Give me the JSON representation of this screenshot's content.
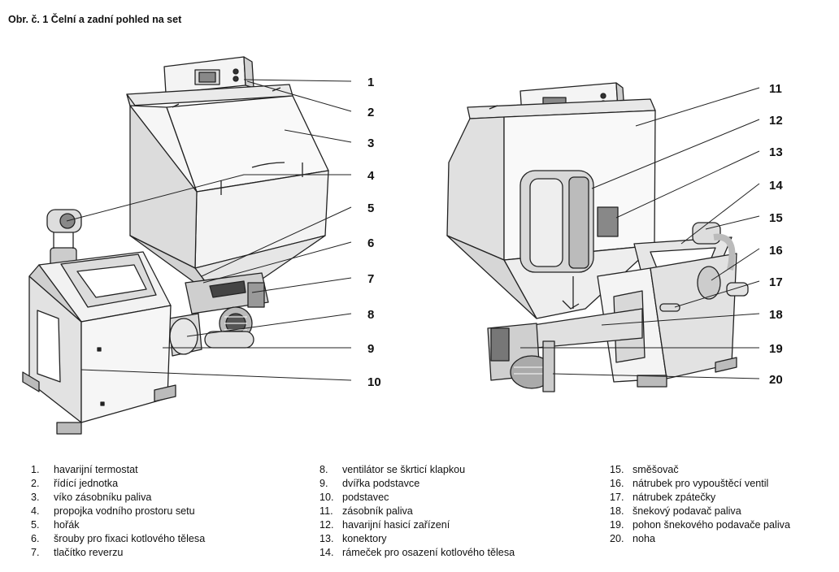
{
  "title": "Obr. č. 1  Čelní a zadní pohled na set",
  "callouts": {
    "left": [
      "1",
      "2",
      "3",
      "4",
      "5",
      "6",
      "7",
      "8",
      "9",
      "10"
    ],
    "right": [
      "11",
      "12",
      "13",
      "14",
      "15",
      "16",
      "17",
      "18",
      "19",
      "20"
    ]
  },
  "legend": [
    [
      {
        "n": "1.",
        "t": "havarijní termostat"
      },
      {
        "n": "2.",
        "t": "řídící jednotka"
      },
      {
        "n": "3.",
        "t": "víko zásobníku paliva"
      },
      {
        "n": "4.",
        "t": "propojka vodního prostoru setu"
      },
      {
        "n": "5.",
        "t": "hořák"
      },
      {
        "n": "6.",
        "t": "šrouby pro fixaci kotlového tělesa"
      },
      {
        "n": "7.",
        "t": "tlačítko reverzu"
      }
    ],
    [
      {
        "n": "8.",
        "t": "ventilátor se škrticí klapkou"
      },
      {
        "n": "9.",
        "t": "dvířka podstavce"
      },
      {
        "n": "10.",
        "t": "podstavec"
      },
      {
        "n": "11.",
        "t": "zásobník paliva"
      },
      {
        "n": "12.",
        "t": "havarijní hasicí zařízení"
      },
      {
        "n": "13.",
        "t": "konektory"
      },
      {
        "n": "14.",
        "t": "rámeček pro osazení kotlového tělesa"
      }
    ],
    [
      {
        "n": "15.",
        "t": "směšovač"
      },
      {
        "n": "16.",
        "t": "nátrubek pro vypouštěcí ventil"
      },
      {
        "n": "17.",
        "t": "nátrubek zpátečky"
      },
      {
        "n": "18.",
        "t": "šnekový podavač paliva"
      },
      {
        "n": "19.",
        "t": "pohon šnekového podavače paliva"
      },
      {
        "n": "20.",
        "t": "noha"
      }
    ]
  ]
}
